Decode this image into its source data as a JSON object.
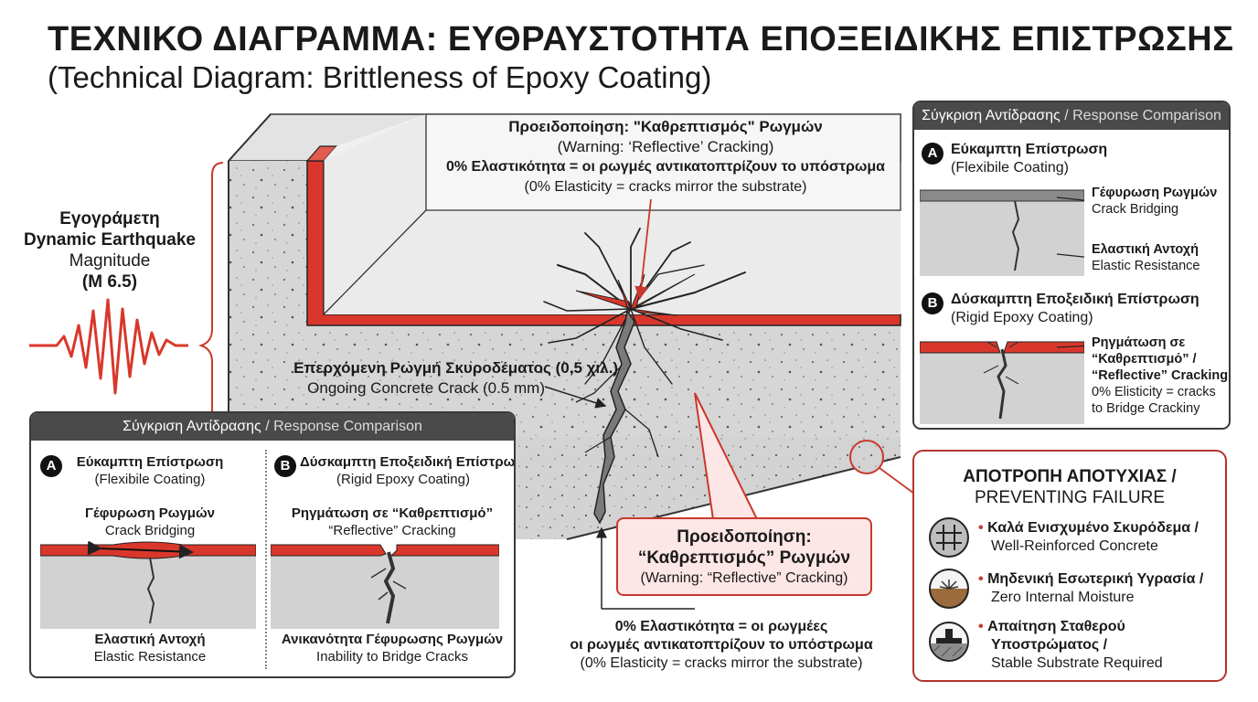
{
  "title": "ΤΕΧΝΙΚΟ ΔΙΑΓΡΑΜΜΑ: ΕΥΘΡΑΥΣΤΟΤΗΤΑ ΕΠΟΞΕΙΔΙΚΗΣ ΕΠΙΣΤΡΩΣΗΣ",
  "subtitle": "(Technical Diagram: Brittleness of Epoxy Coating)",
  "earthquake": {
    "line1": "Εγογράμετη",
    "line2": "Dynamic Earthquake",
    "line3": "Magnitude",
    "line4": "(M 6.5)"
  },
  "top_warning": {
    "title_gr": "Προειδοποίηση: \"Καθρεπτισμός\" Ρωγμών",
    "title_en": "(Warning: ‘Reflective’ Cracking)",
    "note_gr": "0% Ελαστικότητα = οι ρωγμές αντικατοπτρίζουν το υπόστρωμα",
    "note_en": "(0% Elasticity = cracks mirror the substrate)"
  },
  "crack_label": {
    "gr": "Επερχόμενη Ρωγμή Σκυροδέματος (0,5 χιλ.)",
    "en": "Ongoing Concrete Crack (0.5 mm)"
  },
  "center_warning": {
    "line1": "Προειδοποίηση:",
    "line2": "“Καθρεπτισμός” Ρωγμών",
    "line3": "(Warning: “Reflective” Cracking)"
  },
  "bottom_note": {
    "line1": "0% Ελαστικότητα = οι ρωγμέες",
    "line2": "οι ρωγμές αντικατοπτρίζουν το υπόστρωμα",
    "line3": "(0% Elasticity = cracks mirror the substrate)"
  },
  "left_panel": {
    "header_gr": "Σύγκριση Αντίδρασης",
    "header_sep": " / ",
    "header_en": "Response Comparison",
    "a_badge": "A",
    "a_title": "Εύκαμπτη Επίστρωση",
    "a_sub": "(Flexibile Coating)",
    "a_label1_gr": "Γέφυρωση Ρωγμών",
    "a_label1_en": "Crack Bridging",
    "a_label2_gr": "Ελαστική Αντοχή",
    "a_label2_en": "Elastic Resistance",
    "b_badge": "B",
    "b_title": "Δύσκαμπτη Εποξειδική Επίστρωση",
    "b_sub": "(Rigid Epoxy Coating)",
    "b_label1_gr": "Ρηγμάτωση σε “Καθρεπτισμό”",
    "b_label1_en": "“Reflective” Cracking",
    "b_label2_gr": "Ανικανότητα Γέφυρωσης Ρωγμών",
    "b_label2_en": "Inability to Bridge Cracks"
  },
  "right_panel": {
    "header_gr": "Σύγκριση Αντίδρασης",
    "header_sep": " / ",
    "header_en": "Response Comparison",
    "a_badge": "A",
    "a_title": "Εύκαμπτη Επίστρωση",
    "a_sub": "(Flexibile Coating)",
    "a_label1_gr": "Γέφυρωση Ρωγμών",
    "a_label1_en": "Crack Bridging",
    "a_label2_gr": "Ελαστική Αντοχή",
    "a_label2_en": "Elastic Resistance",
    "b_badge": "B",
    "b_title": "Δύσκαμπτη Εποξειδική Επίστρωση",
    "b_sub": "(Rigid Epoxy Coating)",
    "b_l1": "Ρηγμάτωση σε",
    "b_l2": "“Καθρεπτισμό” /",
    "b_l3": "“Reflective” Cracking",
    "b_l4": "0% Elisticity = cracks",
    "b_l5": "to Bridge Crackiny"
  },
  "failure": {
    "title_gr": "ΑΠΟΤΡΟΠΗ ΑΠΟΤΥΧΙΑΣ /",
    "title_en": "PREVENTING FAILURE",
    "bullet": "•",
    "items": [
      {
        "icon": "rebar-grid-icon",
        "gr": "Καλά Ενισχυμένο Σκυρόδεμα /",
        "en": "Well-Reinforced Concrete"
      },
      {
        "icon": "moisture-icon",
        "gr": "Μηδενική Εσωτερική Υγρασία /",
        "en": "Zero Internal Moisture"
      },
      {
        "icon": "stable-substrate-icon",
        "gr": "Απαίτηση Σταθερού",
        "gr2": "Υποστρώματος /",
        "en": "Stable Substrate Required"
      }
    ]
  },
  "colors": {
    "epoxy_red": "#d9372b",
    "concrete": "#cfcfcf",
    "dark_header": "#4a4a4a",
    "warning_fill": "#fde6e6"
  }
}
